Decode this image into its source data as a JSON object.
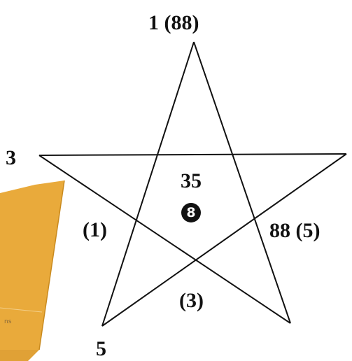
{
  "labels": {
    "top": "1 (88)",
    "left": "3",
    "center_value": "35",
    "center_badge": "8",
    "left_inner": "(1)",
    "right_inner": "88 (5)",
    "bottom_inner": "(3)",
    "bottom": "5"
  },
  "colors": {
    "stroke": "#111111",
    "paper": "#e8a93a",
    "paper_edge": "#c98a1e",
    "badge_fill": "#111111",
    "badge_text": "#ffffff"
  },
  "background_photo_text": "ns"
}
